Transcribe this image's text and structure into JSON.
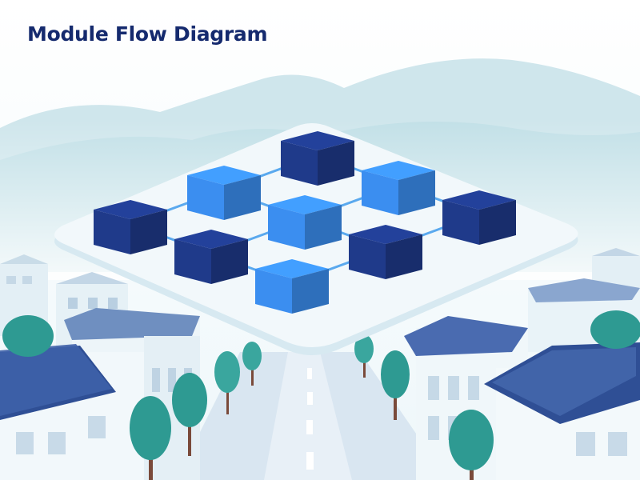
{
  "page": {
    "title": "Module Flow Diagram"
  },
  "diagram": {
    "nodes": [
      {
        "id": "n-top",
        "shade": "dark",
        "row": 0,
        "col": 0
      },
      {
        "id": "n-upper-left",
        "shade": "light",
        "row": 1,
        "col": 0
      },
      {
        "id": "n-upper-right",
        "shade": "light",
        "row": 0,
        "col": 1
      },
      {
        "id": "n-left",
        "shade": "dark",
        "row": 2,
        "col": 0
      },
      {
        "id": "n-center",
        "shade": "light",
        "row": 1,
        "col": 1
      },
      {
        "id": "n-right",
        "shade": "dark",
        "row": 0,
        "col": 2
      },
      {
        "id": "n-lower-left",
        "shade": "dark",
        "row": 2,
        "col": 1
      },
      {
        "id": "n-lower-right",
        "shade": "dark",
        "row": 1,
        "col": 2
      },
      {
        "id": "n-bottom",
        "shade": "light",
        "row": 2,
        "col": 2
      }
    ],
    "connections": [
      [
        "n-top",
        "n-upper-left"
      ],
      [
        "n-top",
        "n-upper-right"
      ],
      [
        "n-upper-left",
        "n-left"
      ],
      [
        "n-upper-left",
        "n-center"
      ],
      [
        "n-upper-right",
        "n-center"
      ],
      [
        "n-upper-right",
        "n-right"
      ],
      [
        "n-left",
        "n-lower-left"
      ],
      [
        "n-center",
        "n-lower-left"
      ],
      [
        "n-center",
        "n-lower-right"
      ],
      [
        "n-right",
        "n-lower-right"
      ],
      [
        "n-lower-left",
        "n-bottom"
      ],
      [
        "n-lower-right",
        "n-bottom"
      ]
    ]
  },
  "colors": {
    "title": "#152a6e",
    "node_dark": "#1f3a8a",
    "node_light": "#3b8ef0",
    "connector": "#5aa9ee",
    "platform": "#f2f8fb",
    "mountain": "#cfe6ec",
    "roof": "#3f5fa0",
    "building": "#eef6fa",
    "tree": "#2e9a92",
    "road": "#d9e6f1"
  }
}
